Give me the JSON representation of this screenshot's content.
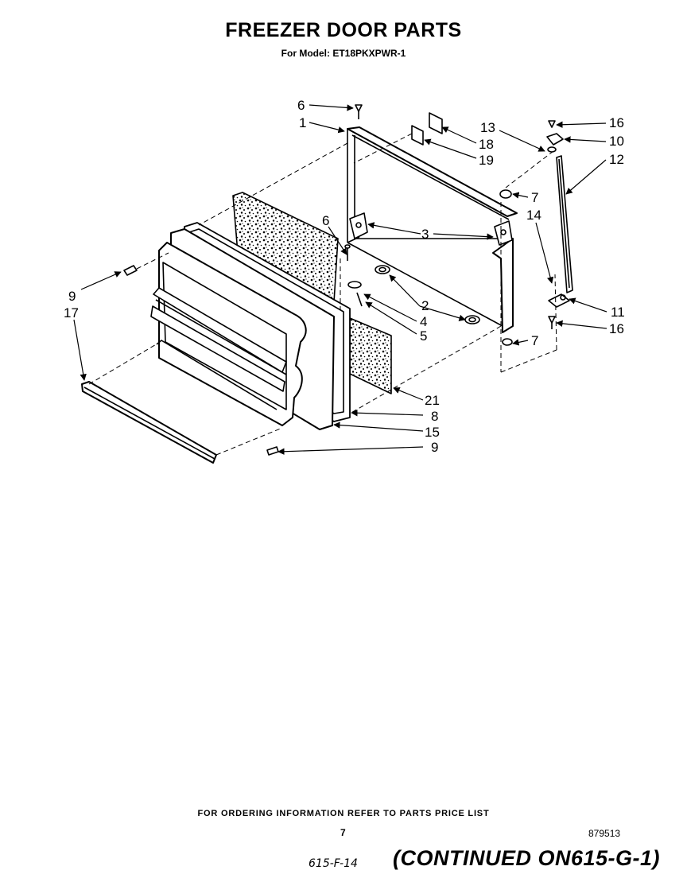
{
  "title": "FREEZER DOOR PARTS",
  "subtitle": "For Model: ET18PKXPWR-1",
  "labels": {
    "p1": "1",
    "p2": "2",
    "p3": "3",
    "p4": "4",
    "p5": "5",
    "p6a": "6",
    "p6b": "6",
    "p7a": "7",
    "p7b": "7",
    "p8": "8",
    "p9a": "9",
    "p9b": "9",
    "p10": "10",
    "p11": "11",
    "p12": "12",
    "p13": "13",
    "p14": "14",
    "p15": "15",
    "p16a": "16",
    "p16b": "16",
    "p17": "17",
    "p18": "18",
    "p19": "19",
    "p21": "21"
  },
  "footer": {
    "ordering_note": "FOR ORDERING INFORMATION REFER TO PARTS PRICE LIST",
    "page_number": "7",
    "document_number": "879513",
    "handwritten_ref": "615-F-14",
    "continued": "(CONTINUED ON615-G-1)"
  }
}
